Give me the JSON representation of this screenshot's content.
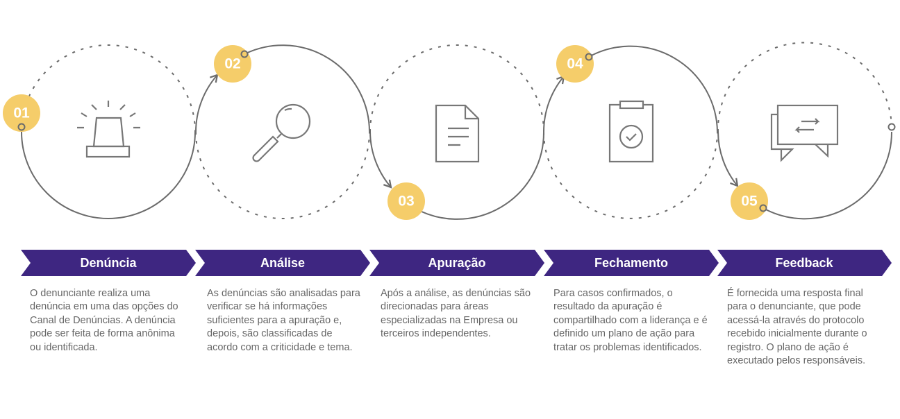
{
  "colors": {
    "accent": "#F5CD6A",
    "banner": "#3E2681",
    "line": "#6b6b6b",
    "text": "#666666"
  },
  "steps": [
    {
      "number": "01",
      "title": "Denúncia",
      "icon": "siren-icon",
      "description": "O denunciante realiza uma denúncia em uma das opções do Canal de Denúncias. A denúncia pode ser feita de forma anônima ou identificada."
    },
    {
      "number": "02",
      "title": "Análise",
      "icon": "magnifier-icon",
      "description": "As denúncias são analisadas para verificar se há informações suficientes para a apuração e, depois, são classificadas de acordo com a criticidade e tema."
    },
    {
      "number": "03",
      "title": "Apuração",
      "icon": "document-icon",
      "description": "Após a análise, as denúncias são direcionadas para áreas especializadas na Empresa ou terceiros independentes."
    },
    {
      "number": "04",
      "title": "Fechamento",
      "icon": "clipboard-check-icon",
      "description": "Para casos confirmados, o resultado da apuração é compartilhado com a liderança e é definido um plano de ação para tratar os problemas identificados."
    },
    {
      "number": "05",
      "title": "Feedback",
      "icon": "chat-exchange-icon",
      "description": "É fornecida uma resposta final para o denunciante, que pode acessá-la através do protocolo recebido inicialmente durante o registro. O plano de ação é executado pelos responsáveis."
    }
  ]
}
